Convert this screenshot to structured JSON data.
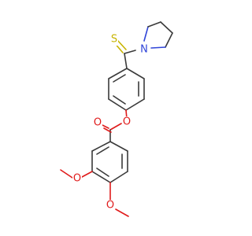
{
  "molecule": {
    "atoms": {
      "sulfur": "S",
      "nitrogen": "N",
      "ester_oxygen": "O",
      "carbonyl_oxygen": "O",
      "methoxy_oxygen_3": "O",
      "methoxy_oxygen_4": "O"
    },
    "colors": {
      "carbon_bond": "#3a3a3a",
      "sulfur": "#c8b400",
      "nitrogen": "#2f44d8",
      "oxygen": "#e01b1b"
    }
  }
}
